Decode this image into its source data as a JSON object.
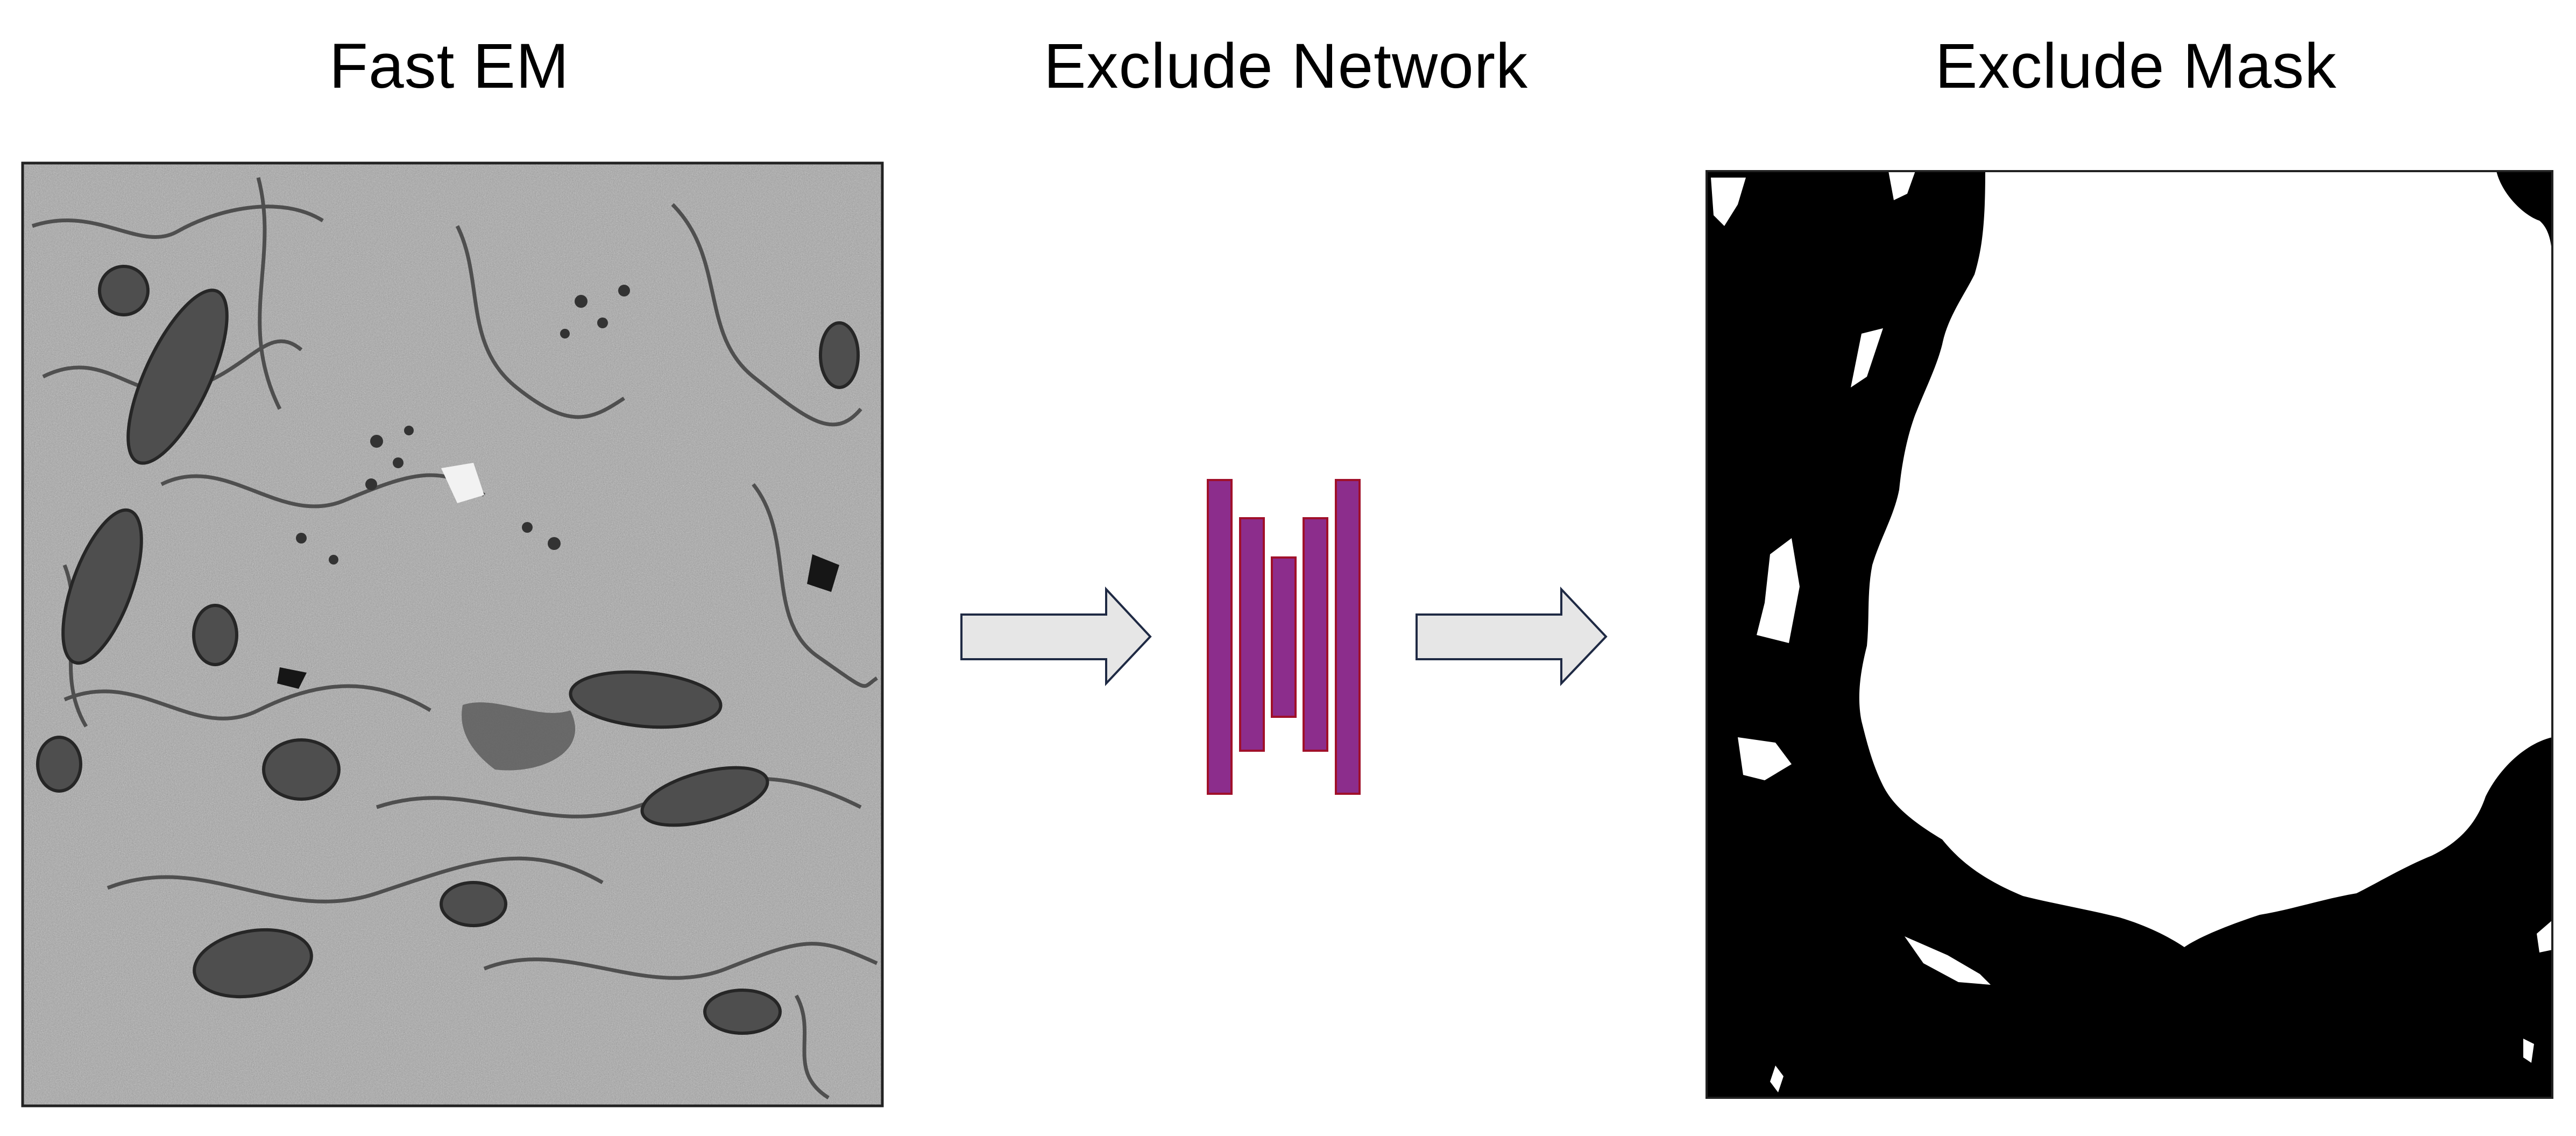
{
  "panels": {
    "left": {
      "title": "Fast EM"
    },
    "middle": {
      "title": "Exclude Network"
    },
    "right": {
      "title": "Exclude Mask"
    }
  },
  "colors": {
    "network_fill": "#8c2d8c",
    "network_stroke": "#a0102a",
    "arrow_fill": "#e6e6e6",
    "arrow_stroke": "#1f2a44",
    "mask_foreground": "#000000",
    "mask_background": "#ffffff",
    "em_background": "#a8a8a8"
  },
  "icons": {
    "em_image": "electron-microscopy-image",
    "network": "encoder-decoder-network-icon",
    "mask": "binary-mask-image",
    "arrow": "right-arrow-icon"
  }
}
